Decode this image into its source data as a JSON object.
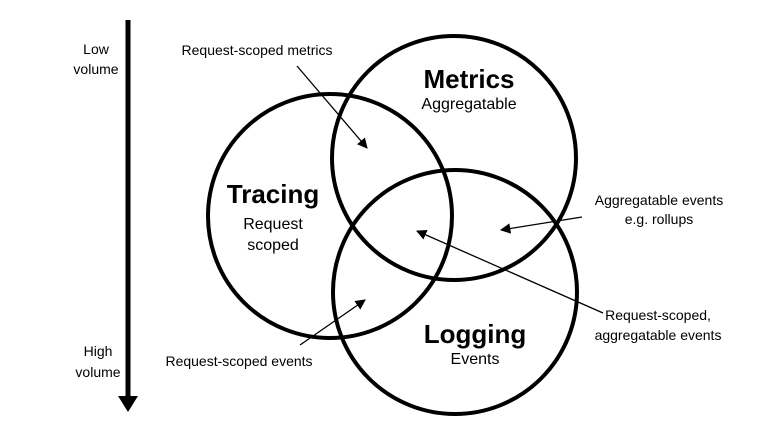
{
  "volume_axis": {
    "top_label_line1": "Low",
    "top_label_line2": "volume",
    "bottom_label_line1": "High",
    "bottom_label_line2": "volume"
  },
  "circles": {
    "metrics": {
      "title": "Metrics",
      "subtitle": "Aggregatable"
    },
    "tracing": {
      "title": "Tracing",
      "subtitle_line1": "Request",
      "subtitle_line2": "scoped"
    },
    "logging": {
      "title": "Logging",
      "subtitle": "Events"
    }
  },
  "callouts": {
    "request_scoped_metrics": "Request-scoped metrics",
    "aggregatable_events_line1": "Aggregatable events",
    "aggregatable_events_line2": "e.g. rollups",
    "request_scoped_aggregatable_line1": "Request-scoped,",
    "request_scoped_aggregatable_line2": "aggregatable events",
    "request_scoped_events": "Request-scoped events"
  }
}
